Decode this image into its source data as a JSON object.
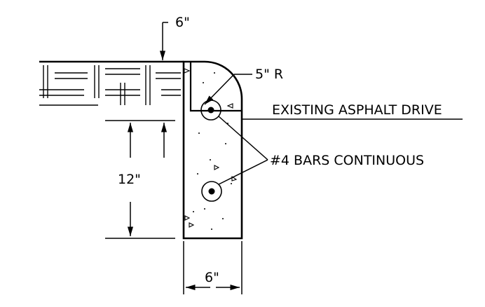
{
  "labels": {
    "top_dim": "6\"",
    "radius": "5\" R",
    "existing": "EXISTING ASPHALT DRIVE",
    "bars": "#4 BARS CONTINUOUS",
    "depth_dim": "12\"",
    "width_dim": "6\""
  },
  "colors": {
    "line": "#000000",
    "background": "#ffffff"
  }
}
